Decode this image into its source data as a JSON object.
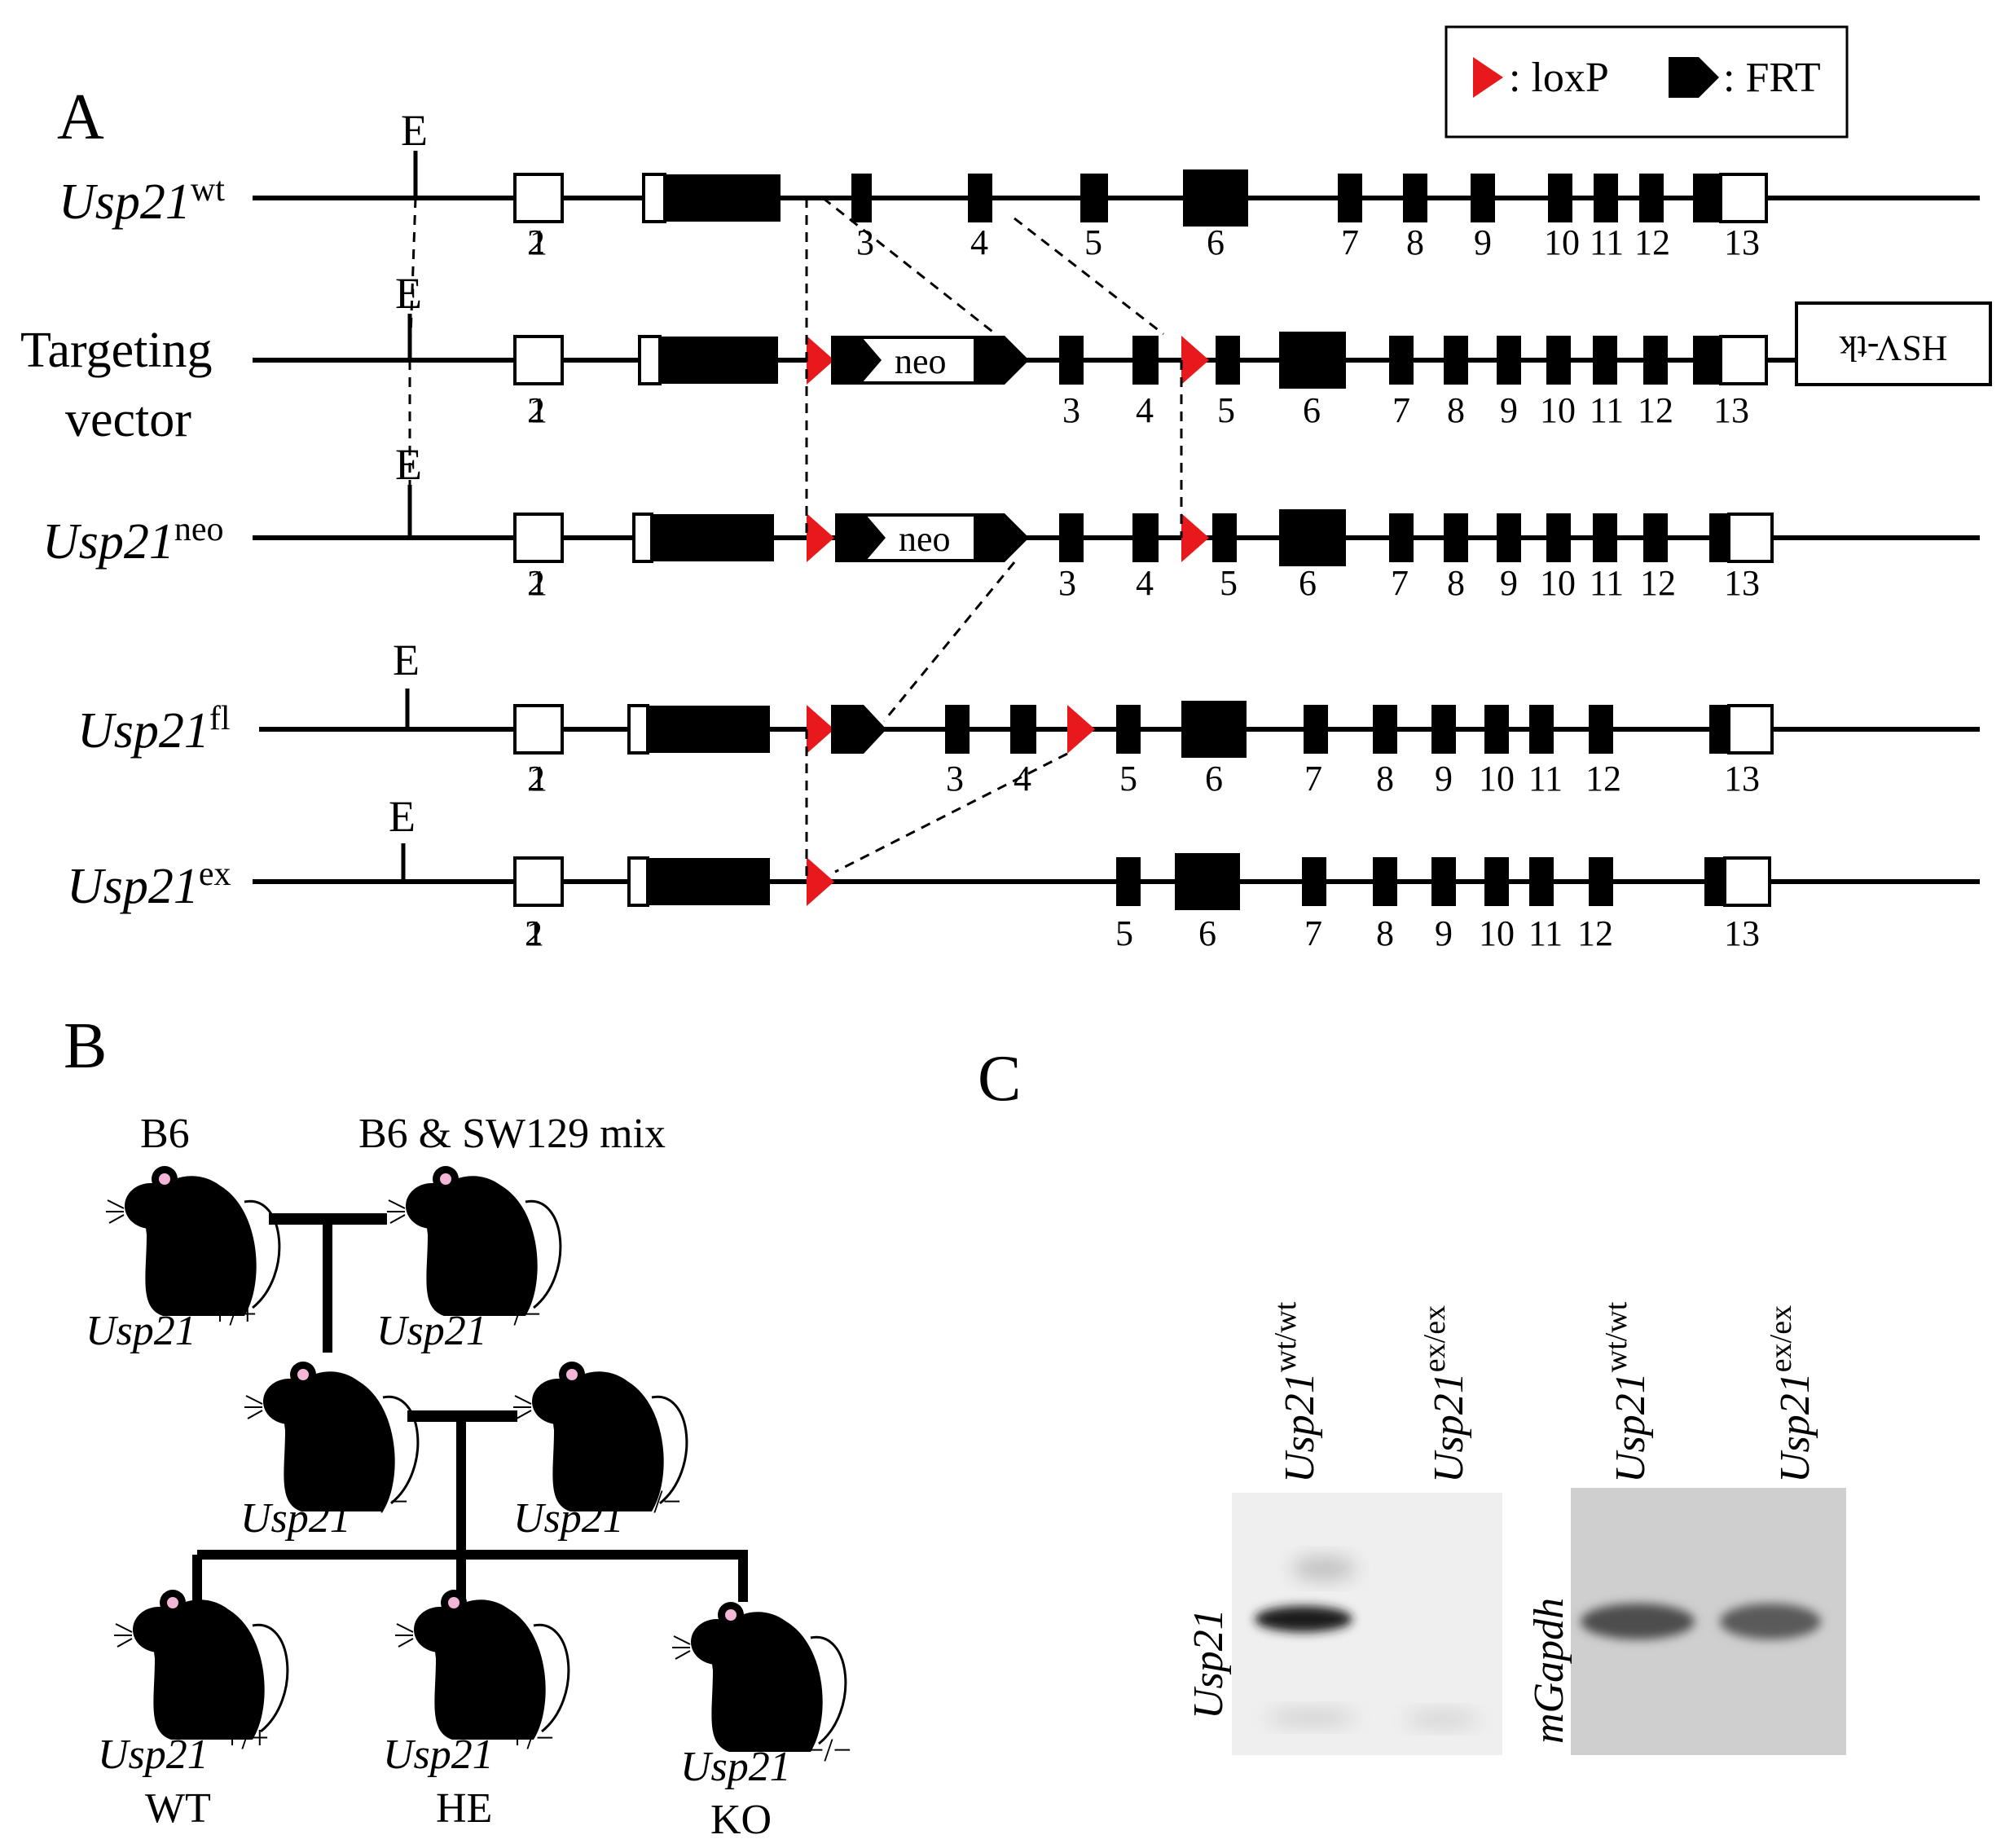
{
  "panels": {
    "A": "A",
    "B": "B",
    "C": "C"
  },
  "colors": {
    "loxp": "#e8191c",
    "feature": "#000000",
    "gel_bg": "#ebebeb",
    "band": "#3a3a3a"
  },
  "legend": {
    "loxp_label": ": loxP",
    "frt_label": ": FRT"
  },
  "panel_a": {
    "e_site": "E",
    "neo_label": "neo",
    "hsv_tk": "HSV-tk",
    "rows": [
      {
        "gene": "Usp21",
        "sup": "wt",
        "exon_labels": [
          "1",
          "2",
          "3",
          "4",
          "5",
          "6",
          "7",
          "8",
          "9",
          "10",
          "11",
          "12",
          "13"
        ]
      },
      {
        "line1": "Targeting",
        "line2": "vector",
        "exon_labels": [
          "1",
          "2",
          "3",
          "4",
          "5",
          "6",
          "7",
          "8",
          "9",
          "10",
          "11",
          "12",
          "13"
        ]
      },
      {
        "gene": "Usp21",
        "sup": "neo",
        "exon_labels": [
          "1",
          "2",
          "3",
          "4",
          "5",
          "6",
          "7",
          "8",
          "9",
          "10",
          "11",
          "12",
          "13"
        ]
      },
      {
        "gene": "Usp21",
        "sup": "fl",
        "exon_labels": [
          "1",
          "2",
          "3",
          "4",
          "5",
          "6",
          "7",
          "8",
          "9",
          "10",
          "11",
          "12",
          "13"
        ]
      },
      {
        "gene": "Usp21",
        "sup": "ex",
        "exon_labels": [
          "1",
          "2",
          "5",
          "6",
          "7",
          "8",
          "9",
          "10",
          "11",
          "12",
          "13"
        ]
      }
    ]
  },
  "panel_b": {
    "strain_left": "B6",
    "strain_right": "B6 & SW129 mix",
    "gene": "Usp21",
    "genotypes": {
      "wt": "+/+",
      "het": "+/−",
      "ko": "−/−"
    },
    "group_labels": {
      "wt": "WT",
      "het": "HE",
      "ko": "KO"
    }
  },
  "panel_c": {
    "gel1_label": "Usp21",
    "gel2_label": "mGapdh",
    "lanes": [
      {
        "gene": "Usp21",
        "sup": "wt/wt"
      },
      {
        "gene": "Usp21",
        "sup": "ex/ex"
      }
    ]
  }
}
